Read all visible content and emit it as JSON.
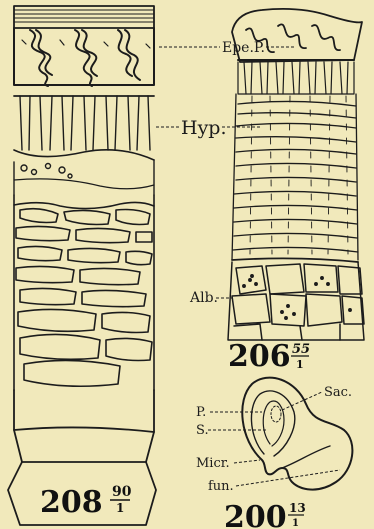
{
  "figures": [
    {
      "number": "208",
      "magnification_top": "90",
      "magnification_bottom": "1",
      "labels": []
    },
    {
      "number": "206",
      "magnification_top": "55",
      "magnification_bottom": "1",
      "labels": [
        "Epe.P.",
        "Hyp.",
        "Alb."
      ]
    },
    {
      "number": "200",
      "magnification_top": "13",
      "magnification_bottom": "1",
      "labels": [
        "Sac.",
        "P.",
        "S.",
        "Micr.",
        "fun."
      ]
    }
  ],
  "colors": {
    "paper": "#f1e9bb",
    "ink": "#1c1c1c"
  }
}
